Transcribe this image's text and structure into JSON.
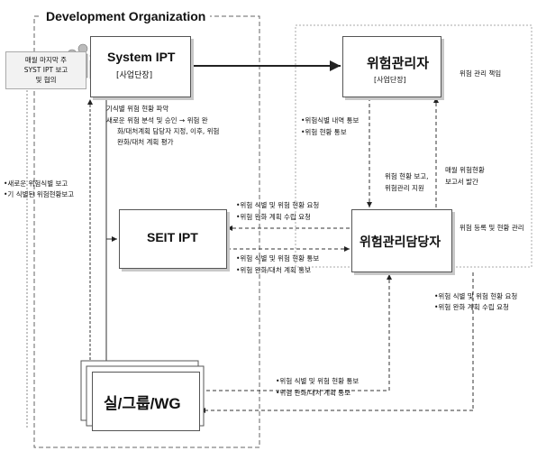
{
  "org_label": "Development Organization",
  "note_left": {
    "line1": "매월 마지막 주",
    "line2": "SYST IPT 보고",
    "line3": "및 협의"
  },
  "nodes": {
    "system_ipt": {
      "title": "System IPT",
      "sub": "[사업단장]"
    },
    "risk_manager": {
      "title": "위험관리자",
      "sub": "[사업단장]"
    },
    "seit_ipt": {
      "title": "SEIT IPT"
    },
    "risk_officer": {
      "title": "위험관리담당자"
    },
    "wg": {
      "title": "실/그룹/WG"
    }
  },
  "labels": {
    "risk_mgmt_resp": "위험 관리 책임",
    "risk_reg_mgmt": "위험 등록 및 현황 관리",
    "sys_task1": "기식별 위험 현황 파악",
    "sys_task2": "새로운 위험 분석 및 승인 → 위험 완",
    "sys_task3": "화/대처계획 담당자 지정, 이후, 위험",
    "sys_task4": "완화/대처 계획 평가",
    "rm_notice1": "•위험식별 내역 통보",
    "rm_notice2": "•위험 현황 통보",
    "report1": "위험 현황 보고,",
    "report2": "위험관리 지원",
    "monthly1": "매월 위험현황",
    "monthly2": "보고서 발간",
    "left_report1": "•새로운 위험식별 보고",
    "left_report2": "•기 식별된 위험현황보고",
    "seit_req1": "•위험 식별 및 위험 현황 요청",
    "seit_req2": "•위험 완화 계획 수립 요청",
    "seit_notice1": "•위험 식별 및 위험 현황 통보",
    "seit_notice2": "•위험 완화/대처 계획 통보",
    "right_req1": "•위험 식별 및 위험 현황 요청",
    "right_req2": "•위험 완화 계획 수립 요청",
    "wg_notice1": "•위험 식별 및 위험 현황 통보",
    "wg_notice2": "•위험 완화/대처 계획 통보"
  }
}
